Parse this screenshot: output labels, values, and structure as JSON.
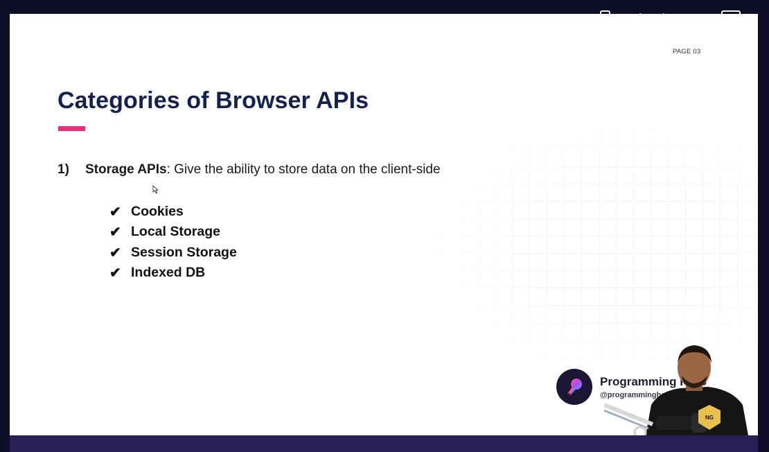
{
  "slide": {
    "page_label": "PAGE 03",
    "title": "Categories of Browser APIs",
    "point": {
      "number": "1)",
      "heading": "Storage APIs",
      "description": ": Give the ability to store data on the client-side"
    },
    "items": [
      "Cookies",
      "Local Storage",
      "Session Storage",
      "Indexed DB"
    ],
    "check_glyph": "✔"
  },
  "overlay": {
    "brand_name": "Programming Hero",
    "brand_handle": "@programminghero",
    "badge_text": "NG"
  },
  "bottom_bar": {
    "label": "Bookmark"
  },
  "colors": {
    "frame": "#0e0d28",
    "title": "#14224f",
    "accent": "#ee2f77",
    "bottom_bar": "#2a1f55"
  }
}
